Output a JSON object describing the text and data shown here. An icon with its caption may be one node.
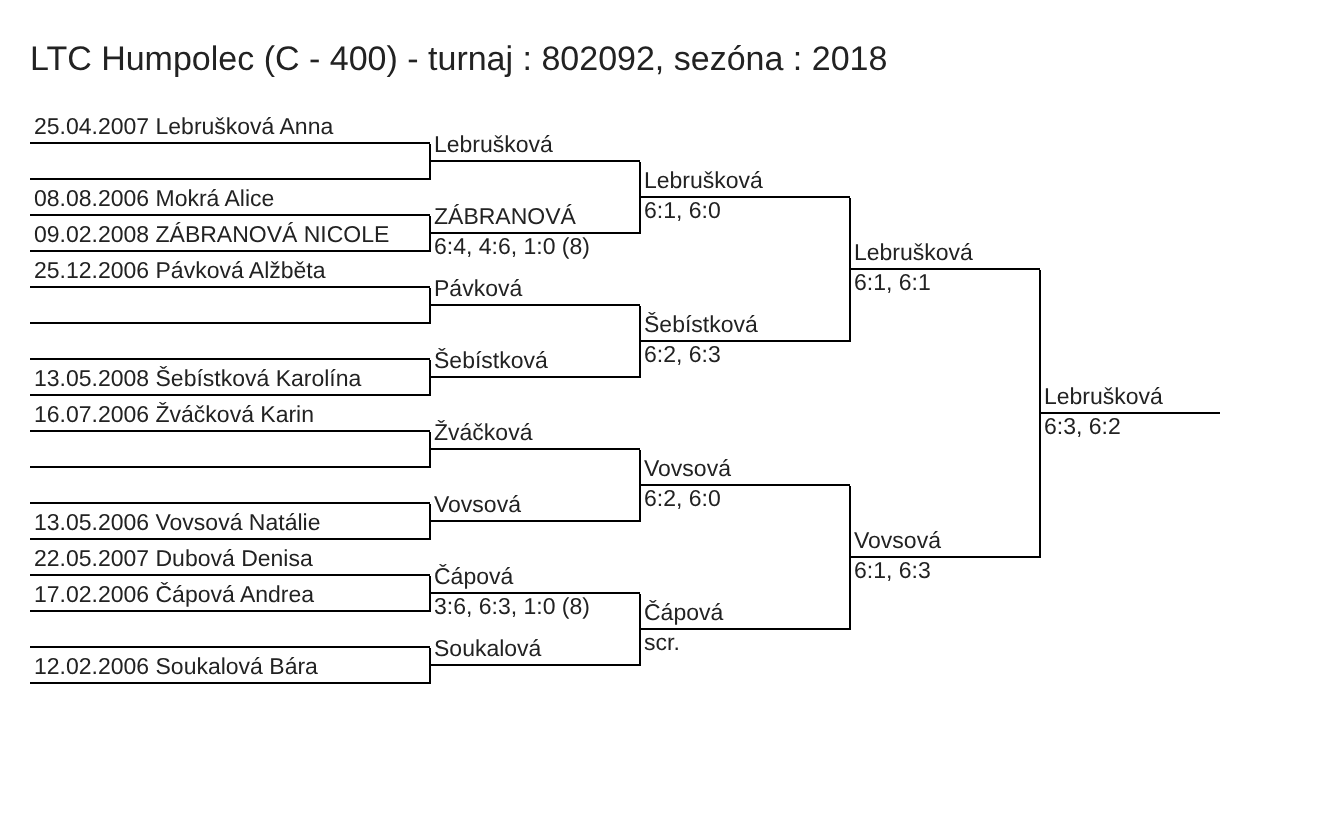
{
  "diagram": {
    "title": "LTC Humpolec (C - 400) - turnaj : 802092, sezóna : 2018",
    "nodes": [
      {
        "text": [
          "25.04.2007 Lebrušková Anna"
        ]
      },
      {
        "text": [],
        "shape": "line"
      },
      {
        "text": [
          "08.08.2006 Mokrá Alice"
        ]
      },
      {
        "text": [
          "09.02.2008 ZÁBRANOVÁ NICOLE"
        ]
      },
      {
        "text": [
          "25.12.2006 Pávková Alžběta"
        ]
      },
      {
        "text": [],
        "shape": "line"
      },
      {
        "text": [],
        "shape": "line"
      },
      {
        "text": [
          "13.05.2008 Šebístková Karolína"
        ]
      },
      {
        "text": [
          "16.07.2006 Žváčková Karin"
        ]
      },
      {
        "text": [],
        "shape": "line"
      },
      {
        "text": [],
        "shape": "line"
      },
      {
        "text": [
          "13.05.2006 Vovsová Natálie"
        ]
      },
      {
        "text": [
          "22.05.2007 Dubová Denisa"
        ]
      },
      {
        "text": [
          "17.02.2006 Čápová Andrea"
        ]
      },
      {
        "text": [],
        "shape": "line"
      },
      {
        "text": [
          "12.02.2006 Soukalová Bára"
        ]
      },
      {
        "text": [
          "Lebrušková"
        ]
      },
      {
        "text": [
          "ZÁBRANOVÁ",
          "6:4, 4:6, 1:0 (8)"
        ]
      },
      {
        "text": [
          "Pávková"
        ]
      },
      {
        "text": [
          "Šebístková"
        ]
      },
      {
        "text": [
          "Žváčková"
        ]
      },
      {
        "text": [
          "Vovsová"
        ]
      },
      {
        "text": [
          "Čápová",
          "3:6, 6:3, 1:0 (8)"
        ]
      },
      {
        "text": [
          "Soukalová"
        ]
      },
      {
        "text": [
          "Lebrušková",
          "6:1, 6:0"
        ]
      },
      {
        "text": [
          "Šebístková",
          "6:2, 6:3"
        ]
      },
      {
        "text": [
          "Vovsová",
          "6:2, 6:0"
        ]
      },
      {
        "text": [
          "Čápová",
          "scr."
        ]
      },
      {
        "text": [
          "Lebrušková",
          "6:1, 6:1"
        ]
      },
      {
        "text": [
          "Vovsová",
          "6:1, 6:3"
        ]
      },
      {
        "text": [
          "Lebrušková",
          "6:3, 6:2"
        ]
      }
    ],
    "edges": [
      {
        "from": 0,
        "to": 16,
        "arrow": "none"
      },
      {
        "from": 1,
        "to": 16,
        "arrow": "none"
      },
      {
        "from": 2,
        "to": 17,
        "arrow": "none"
      },
      {
        "from": 3,
        "to": 17,
        "arrow": "none"
      },
      {
        "from": 4,
        "to": 18,
        "arrow": "none"
      },
      {
        "from": 5,
        "to": 18,
        "arrow": "none"
      },
      {
        "from": 6,
        "to": 19,
        "arrow": "none"
      },
      {
        "from": 7,
        "to": 19,
        "arrow": "none"
      },
      {
        "from": 8,
        "to": 20,
        "arrow": "none"
      },
      {
        "from": 9,
        "to": 20,
        "arrow": "none"
      },
      {
        "from": 10,
        "to": 21,
        "arrow": "none"
      },
      {
        "from": 11,
        "to": 21,
        "arrow": "none"
      },
      {
        "from": 12,
        "to": 22,
        "arrow": "none"
      },
      {
        "from": 13,
        "to": 22,
        "arrow": "none"
      },
      {
        "from": 14,
        "to": 23,
        "arrow": "none"
      },
      {
        "from": 15,
        "to": 23,
        "arrow": "none"
      },
      {
        "from": 16,
        "to": 24,
        "arrow": "none"
      },
      {
        "from": 17,
        "to": 24,
        "arrow": "none"
      },
      {
        "from": 18,
        "to": 25,
        "arrow": "none"
      },
      {
        "from": 19,
        "to": 25,
        "arrow": "none"
      },
      {
        "from": 20,
        "to": 26,
        "arrow": "none"
      },
      {
        "from": 21,
        "to": 26,
        "arrow": "none"
      },
      {
        "from": 22,
        "to": 27,
        "arrow": "none"
      },
      {
        "from": 23,
        "to": 27,
        "arrow": "none"
      },
      {
        "from": 24,
        "to": 28,
        "arrow": "none"
      },
      {
        "from": 25,
        "to": 28,
        "arrow": "none"
      },
      {
        "from": 26,
        "to": 29,
        "arrow": "none"
      },
      {
        "from": 27,
        "to": 29,
        "arrow": "none"
      },
      {
        "from": 28,
        "to": 30,
        "arrow": "none"
      },
      {
        "from": 29,
        "to": 30,
        "arrow": "none"
      }
    ]
  }
}
